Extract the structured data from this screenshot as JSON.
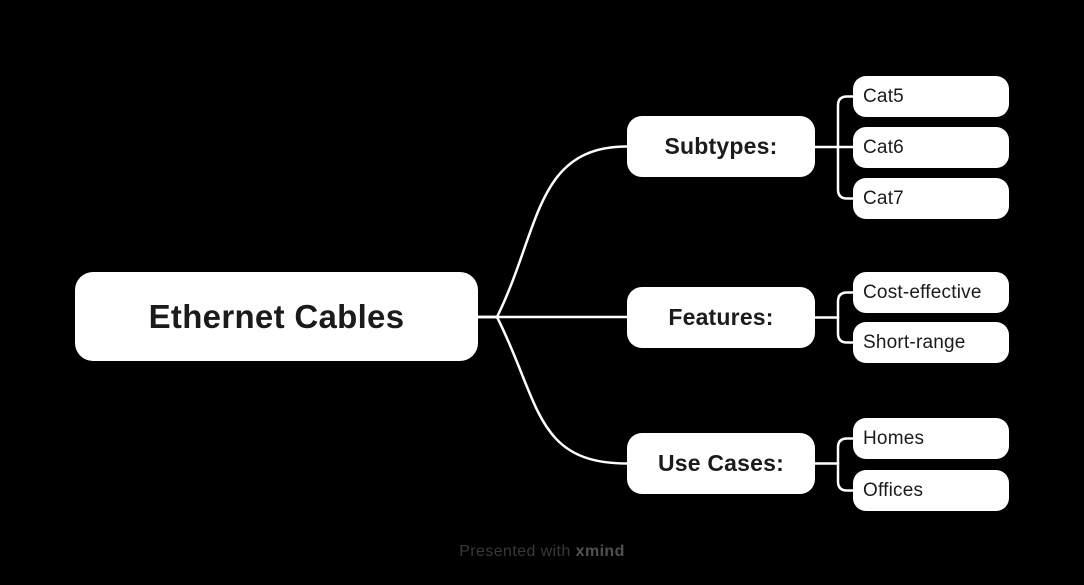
{
  "colors": {
    "background": "#000000",
    "node_fill": "#ffffff",
    "node_text": "#1b1b1d",
    "connector": "#ffffff",
    "footer_text": "#39393b",
    "footer_brand": "#515154"
  },
  "map": {
    "root": {
      "label": "Ethernet Cables"
    },
    "branches": [
      {
        "label": "Subtypes:",
        "children": [
          {
            "label": "Cat5"
          },
          {
            "label": "Cat6"
          },
          {
            "label": "Cat7"
          }
        ]
      },
      {
        "label": "Features:",
        "children": [
          {
            "label": "Cost-effective"
          },
          {
            "label": "Short-range"
          }
        ]
      },
      {
        "label": "Use Cases:",
        "children": [
          {
            "label": "Homes"
          },
          {
            "label": "Offices"
          }
        ]
      }
    ]
  },
  "footer": {
    "prefix": "Presented with",
    "brand": "xmind"
  }
}
